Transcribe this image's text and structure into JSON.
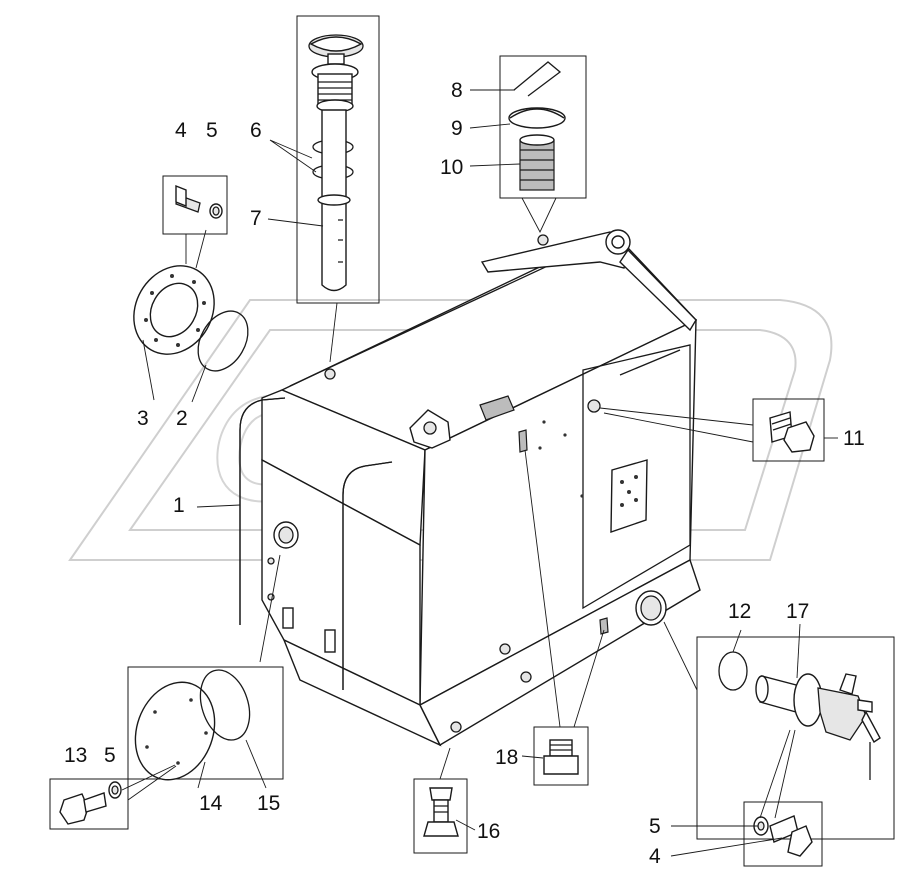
{
  "diagram": {
    "top_mark": "",
    "labels": {
      "l1": "1",
      "l2": "2",
      "l3": "3",
      "l4a": "4",
      "l5a": "5",
      "l6": "6",
      "l7": "7",
      "l8": "8",
      "l9": "9",
      "l10": "10",
      "l11": "11",
      "l12": "12",
      "l13": "13",
      "l5b": "5",
      "l14": "14",
      "l15": "15",
      "l16": "16",
      "l17": "17",
      "l18": "18",
      "l5c": "5",
      "l4b": "4"
    },
    "watermark": "OPEX"
  }
}
